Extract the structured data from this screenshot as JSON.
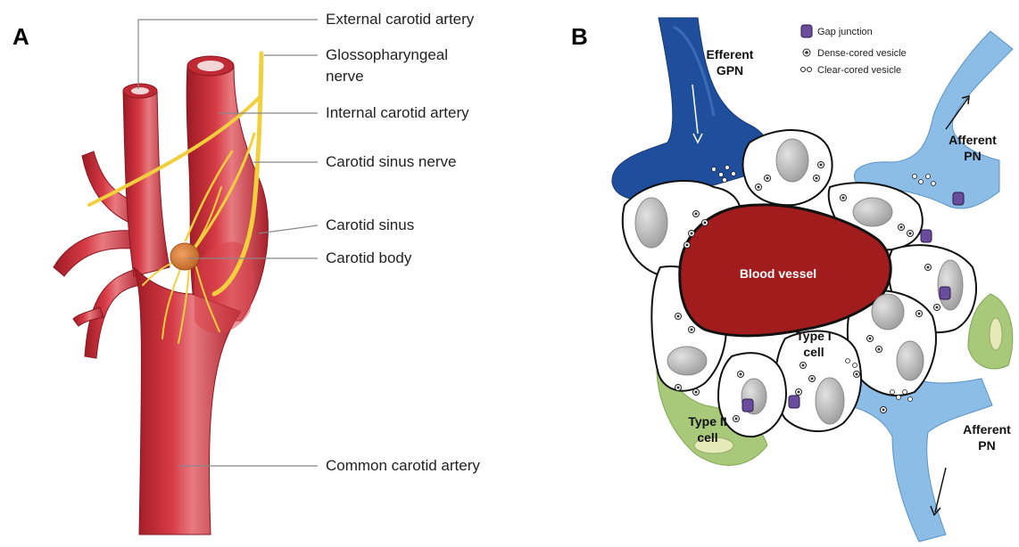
{
  "panel_a": {
    "letter": "A",
    "labels": {
      "external_carotid": "External carotid artery",
      "glosso_1": "Glossopharyngeal",
      "glosso_2": "nerve",
      "internal_carotid": "Internal carotid artery",
      "sinus_nerve": "Carotid sinus nerve",
      "sinus": "Carotid sinus",
      "body": "Carotid body",
      "common_carotid": "Common carotid artery"
    }
  },
  "panel_b": {
    "letter": "B",
    "legend": {
      "gap": "Gap junction",
      "dense": "Dense-cored vesicle",
      "clear": "Clear-cored vesicle"
    },
    "labels": {
      "efferent_1": "Efferent",
      "efferent_2": "GPN",
      "afferent_top_1": "Afferent",
      "afferent_top_2": "PN",
      "afferent_bottom_1": "Afferent",
      "afferent_bottom_2": "PN",
      "blood_vessel": "Blood vessel",
      "type1_1": "Type I",
      "type1_2": "cell",
      "type2_1": "Type II",
      "type2_2": "cell"
    }
  },
  "colors": {
    "artery": "#c8303a",
    "nerve": "#f2cf3c",
    "vessel": "#a11d1d",
    "efferent": "#1f4f9c",
    "afferent": "#8cbde6",
    "type2": "#a8c97a",
    "nucleus": "#bdbdbd"
  }
}
